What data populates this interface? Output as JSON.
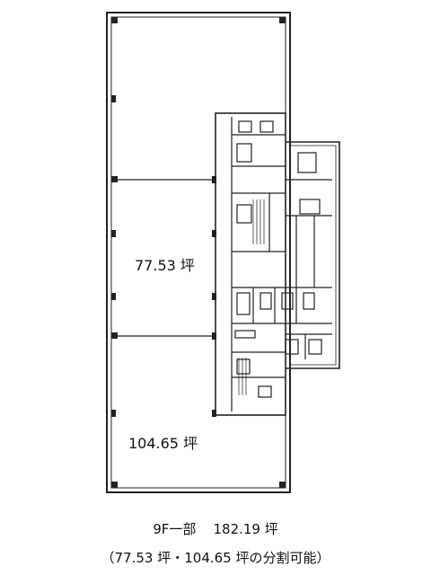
{
  "floorplan": {
    "north_unit_area": "77.53 坪",
    "south_unit_area": "104.65 坪"
  },
  "caption": {
    "floor": "9F一部",
    "total_area": "182.19 坪",
    "division_note": "（77.53 坪・104.65 坪の分割可能）"
  }
}
